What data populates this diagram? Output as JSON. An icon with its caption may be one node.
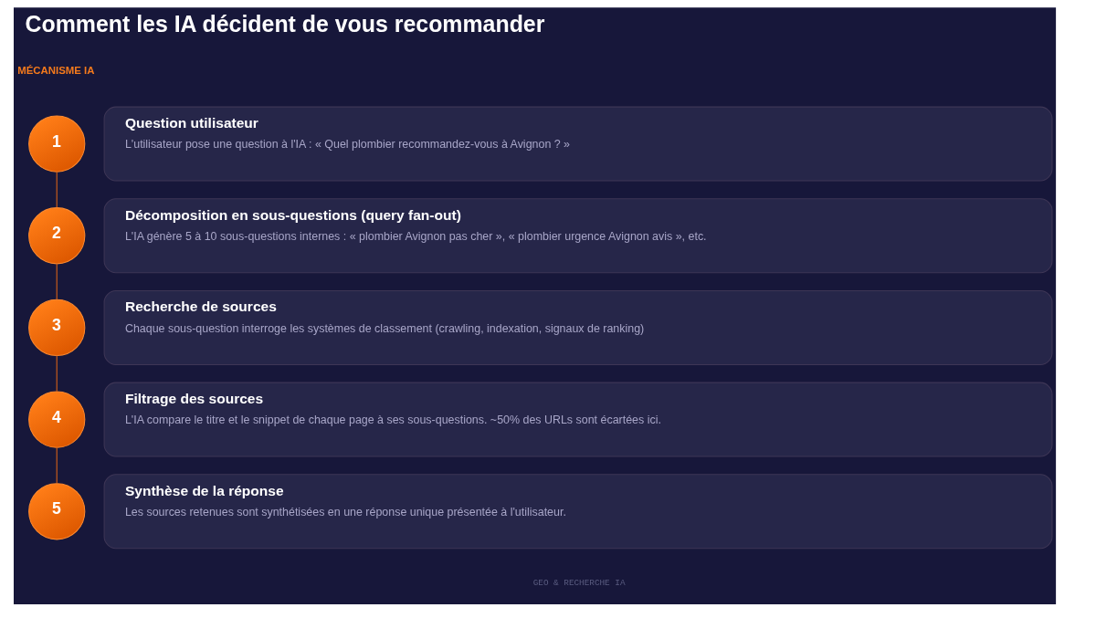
{
  "diagram": {
    "title": "Comment les IA décident de vous recommander",
    "nodes": [
      {
        "text": [
          "1"
        ]
      },
      {
        "text": [
          "Question utilisateur",
          "L'utilisateur pose une question à l'IA : « Quel plombier recommandez-vous à Avignon ? »"
        ]
      },
      {
        "text": [
          "2"
        ]
      },
      {
        "text": [
          "Décomposition en sous-questions (query fan-out)",
          "L'IA génère 5 à 10 sous-questions internes : « plombier Avignon pas cher », « plombier urgence Avignon avis », etc."
        ]
      },
      {
        "text": [
          "3"
        ]
      },
      {
        "text": [
          "Recherche de sources",
          "Chaque sous-question interroge les systèmes de classement (crawling, indexation, signaux de ranking)"
        ]
      },
      {
        "text": [
          "4"
        ]
      },
      {
        "text": [
          "Filtrage des sources",
          "L'IA compare le titre et le snippet de chaque page à ses sous-questions. ~50% des URLs sont écartées ici."
        ]
      },
      {
        "text": [
          "5"
        ]
      },
      {
        "text": [
          "Synthèse de la réponse",
          "Les sources retenues sont synthétisées en une réponse unique présentée à l'utilisateur."
        ]
      }
    ],
    "edges": [
      {
        "from": 0,
        "to": 2,
        "arrow": "none"
      },
      {
        "from": 2,
        "to": 4,
        "arrow": "none"
      },
      {
        "from": 4,
        "to": 6,
        "arrow": "none"
      },
      {
        "from": 6,
        "to": 8,
        "arrow": "none"
      }
    ],
    "labels": [
      "MÉCANISME IA",
      "GEO & RECHERCHE IA"
    ]
  }
}
